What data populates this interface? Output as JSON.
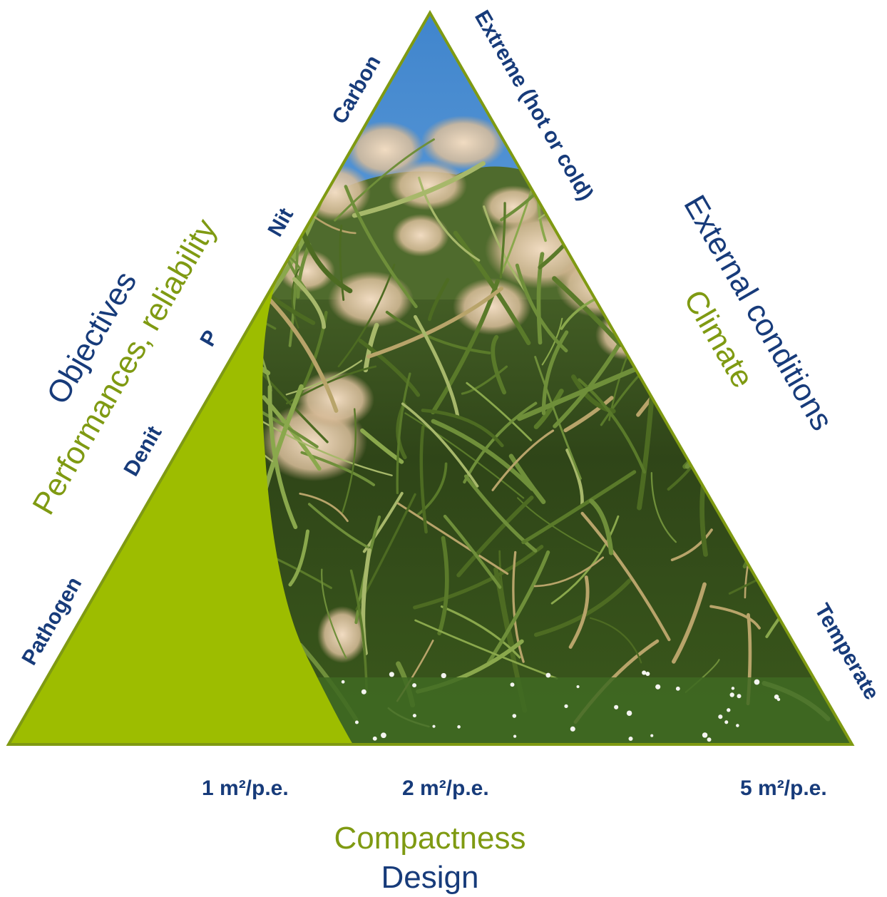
{
  "diagram": {
    "colors": {
      "navy": "#173b7a",
      "olive": "#7f9a12",
      "lime_fill": "#9dbd00",
      "triangle_outline": "#7f9a12",
      "sky": "#4a8fd0"
    },
    "left_side": {
      "title": "Objectives",
      "subtitle": "Performances, reliability",
      "levels": [
        "Carbon",
        "Nit",
        "P",
        "Denit",
        "Pathogen"
      ]
    },
    "right_side": {
      "title": "External conditions",
      "subtitle": "Climate",
      "levels": [
        "Extreme (hot or cold)",
        "Temperate"
      ]
    },
    "bottom_side": {
      "title": "Compactness",
      "subtitle": "Design",
      "levels": [
        "1 m²/p.e.",
        "2 m²/p.e.",
        "5 m²/p.e."
      ]
    },
    "photo": {
      "subject": "reed-bed-photo"
    }
  }
}
